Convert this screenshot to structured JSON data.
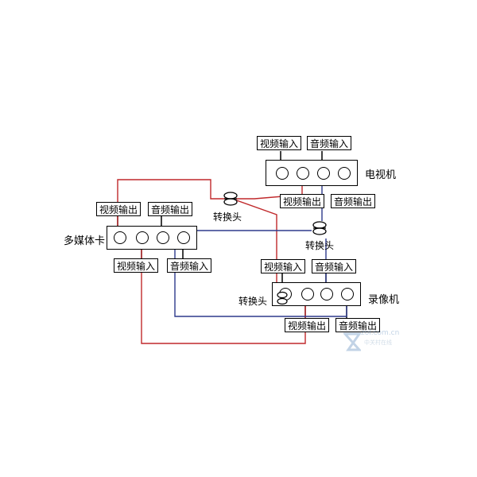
{
  "devices": {
    "tv": "电视机",
    "card": "多媒体卡",
    "vcr": "录像机"
  },
  "adapter_label": "转换头",
  "labels": {
    "tv_video_in": "视频输入",
    "tv_audio_in": "音频输入",
    "tv_video_out": "视频输出",
    "tv_audio_out": "音频输出",
    "card_video_out": "视频输出",
    "card_audio_out": "音频输出",
    "card_video_in": "视频输入",
    "card_audio_in": "音频输入",
    "vcr_video_in": "视频输入",
    "vcr_audio_in": "音频输入",
    "vcr_video_out": "视频输出",
    "vcr_audio_out": "音频输出"
  },
  "watermark": {
    "site": "zol.com.cn",
    "cn": "中关村在线"
  },
  "colors": {
    "video_wire": "#c0292b",
    "audio_wire": "#2e3a8c"
  }
}
